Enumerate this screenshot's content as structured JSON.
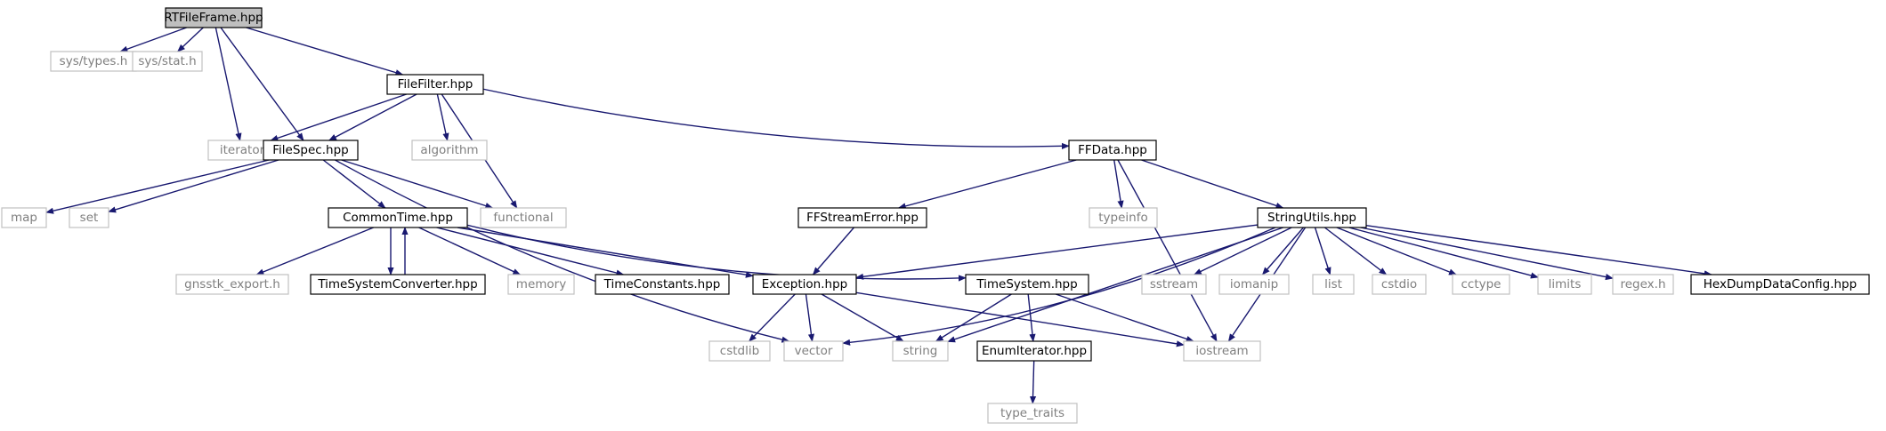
{
  "nodes": [
    {
      "id": "root",
      "label": "RTFileFrame.hpp",
      "kind": "root"
    },
    {
      "id": "systypes",
      "label": "sys/types.h",
      "kind": "ext"
    },
    {
      "id": "sysstat",
      "label": "sys/stat.h",
      "kind": "ext"
    },
    {
      "id": "filefilter",
      "label": "FileFilter.hpp",
      "kind": "doc"
    },
    {
      "id": "iterator",
      "label": "iterator",
      "kind": "ext"
    },
    {
      "id": "filespec",
      "label": "FileSpec.hpp",
      "kind": "doc"
    },
    {
      "id": "algorithm",
      "label": "algorithm",
      "kind": "ext"
    },
    {
      "id": "ffdata",
      "label": "FFData.hpp",
      "kind": "doc"
    },
    {
      "id": "map",
      "label": "map",
      "kind": "ext"
    },
    {
      "id": "set",
      "label": "set",
      "kind": "ext"
    },
    {
      "id": "commontime",
      "label": "CommonTime.hpp",
      "kind": "doc"
    },
    {
      "id": "functional",
      "label": "functional",
      "kind": "ext"
    },
    {
      "id": "ffstreamerror",
      "label": "FFStreamError.hpp",
      "kind": "doc"
    },
    {
      "id": "typeinfo",
      "label": "typeinfo",
      "kind": "ext"
    },
    {
      "id": "stringutils",
      "label": "StringUtils.hpp",
      "kind": "doc"
    },
    {
      "id": "gnsstk",
      "label": "gnsstk_export.h",
      "kind": "ext"
    },
    {
      "id": "tsconv",
      "label": "TimeSystemConverter.hpp",
      "kind": "doc"
    },
    {
      "id": "memory",
      "label": "memory",
      "kind": "ext"
    },
    {
      "id": "timeconst",
      "label": "TimeConstants.hpp",
      "kind": "doc"
    },
    {
      "id": "exception",
      "label": "Exception.hpp",
      "kind": "doc"
    },
    {
      "id": "timesystem",
      "label": "TimeSystem.hpp",
      "kind": "doc"
    },
    {
      "id": "sstream",
      "label": "sstream",
      "kind": "ext"
    },
    {
      "id": "iomanip",
      "label": "iomanip",
      "kind": "ext"
    },
    {
      "id": "list",
      "label": "list",
      "kind": "ext"
    },
    {
      "id": "cstdio",
      "label": "cstdio",
      "kind": "ext"
    },
    {
      "id": "cctype",
      "label": "cctype",
      "kind": "ext"
    },
    {
      "id": "limits",
      "label": "limits",
      "kind": "ext"
    },
    {
      "id": "regex",
      "label": "regex.h",
      "kind": "ext"
    },
    {
      "id": "hexdump",
      "label": "HexDumpDataConfig.hpp",
      "kind": "doc"
    },
    {
      "id": "cstdlib",
      "label": "cstdlib",
      "kind": "ext"
    },
    {
      "id": "vector",
      "label": "vector",
      "kind": "ext"
    },
    {
      "id": "string",
      "label": "string",
      "kind": "ext"
    },
    {
      "id": "enumiter",
      "label": "EnumIterator.hpp",
      "kind": "doc"
    },
    {
      "id": "iostream",
      "label": "iostream",
      "kind": "ext"
    },
    {
      "id": "typetraits",
      "label": "type_traits",
      "kind": "ext"
    }
  ],
  "edges": [
    [
      "root",
      "systypes"
    ],
    [
      "root",
      "sysstat"
    ],
    [
      "root",
      "iterator"
    ],
    [
      "root",
      "filefilter"
    ],
    [
      "root",
      "filespec"
    ],
    [
      "filefilter",
      "iterator"
    ],
    [
      "filefilter",
      "filespec"
    ],
    [
      "filefilter",
      "algorithm"
    ],
    [
      "filefilter",
      "functional"
    ],
    [
      "filefilter",
      "ffdata"
    ],
    [
      "filespec",
      "map"
    ],
    [
      "filespec",
      "set"
    ],
    [
      "filespec",
      "commontime"
    ],
    [
      "filespec",
      "functional"
    ],
    [
      "filespec",
      "vector"
    ],
    [
      "ffdata",
      "ffstreamerror"
    ],
    [
      "ffdata",
      "typeinfo"
    ],
    [
      "ffdata",
      "stringutils"
    ],
    [
      "ffdata",
      "iostream"
    ],
    [
      "commontime",
      "gnsstk"
    ],
    [
      "commontime",
      "tsconv"
    ],
    [
      "tsconv",
      "commontime"
    ],
    [
      "commontime",
      "memory"
    ],
    [
      "commontime",
      "timeconst"
    ],
    [
      "commontime",
      "exception"
    ],
    [
      "commontime",
      "timesystem"
    ],
    [
      "ffstreamerror",
      "exception"
    ],
    [
      "stringutils",
      "exception"
    ],
    [
      "stringutils",
      "sstream"
    ],
    [
      "stringutils",
      "iomanip"
    ],
    [
      "stringutils",
      "list"
    ],
    [
      "stringutils",
      "cstdio"
    ],
    [
      "stringutils",
      "cctype"
    ],
    [
      "stringutils",
      "limits"
    ],
    [
      "stringutils",
      "regex"
    ],
    [
      "stringutils",
      "hexdump"
    ],
    [
      "stringutils",
      "string"
    ],
    [
      "stringutils",
      "vector"
    ],
    [
      "stringutils",
      "iostream"
    ],
    [
      "exception",
      "cstdlib"
    ],
    [
      "exception",
      "vector"
    ],
    [
      "exception",
      "string"
    ],
    [
      "exception",
      "iostream"
    ],
    [
      "timesystem",
      "string"
    ],
    [
      "timesystem",
      "enumiter"
    ],
    [
      "timesystem",
      "iostream"
    ],
    [
      "enumiter",
      "typetraits"
    ]
  ],
  "colors": {
    "edge": "#191970",
    "root_fill": "#bfbfbf",
    "doc_border": "#000000",
    "ext_border": "#c0c0c0",
    "ext_text": "#7f7f7f"
  }
}
